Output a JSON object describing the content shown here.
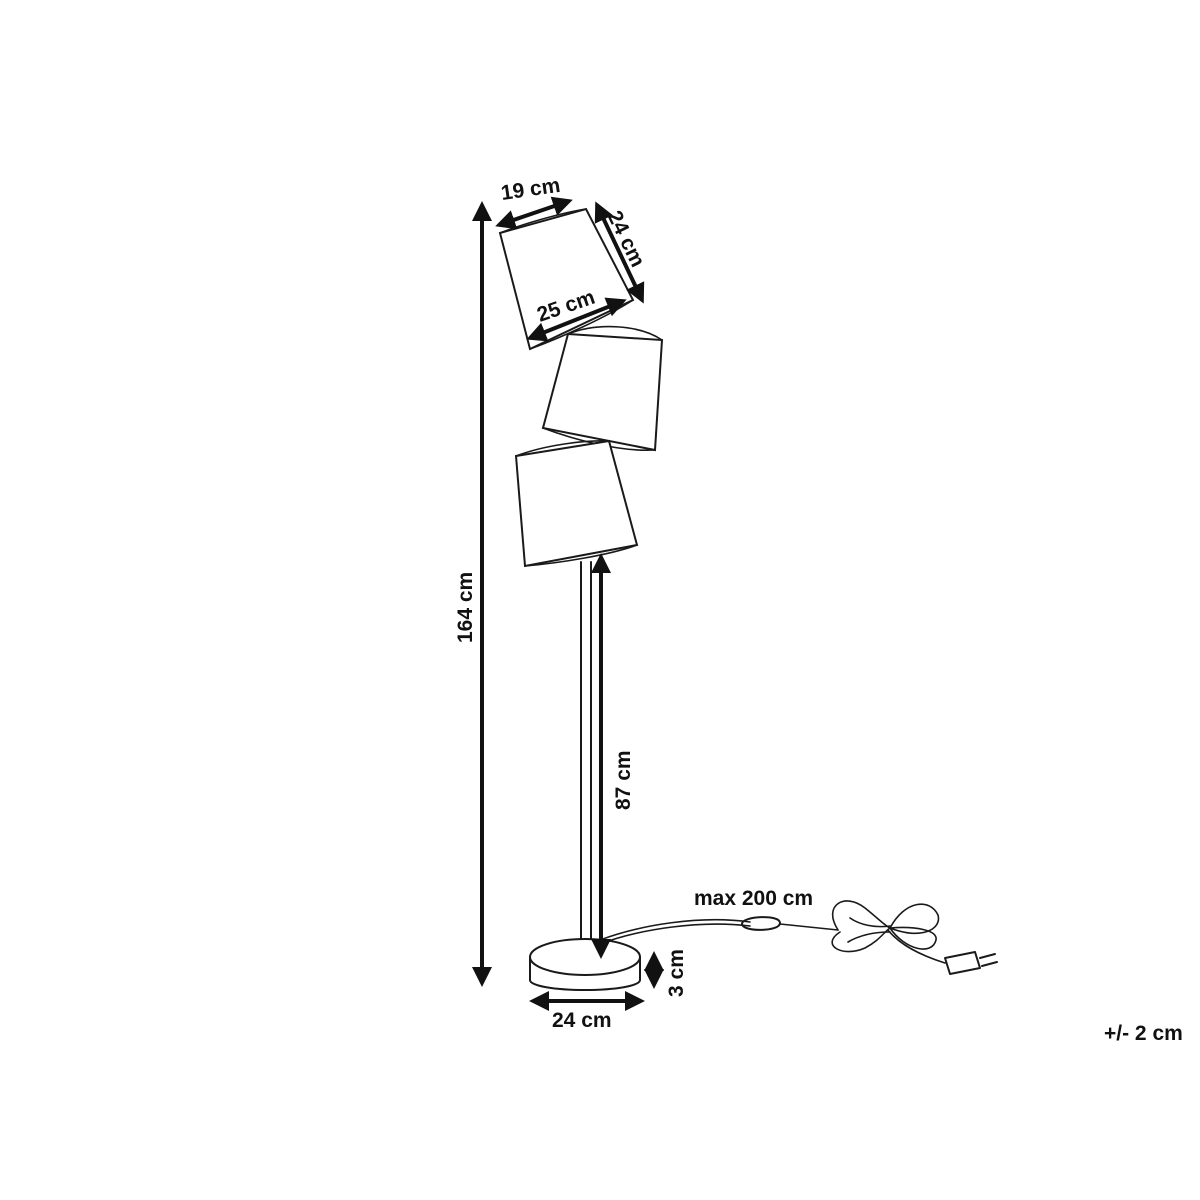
{
  "labels": {
    "total_height": "164 cm",
    "shade_top_diameter": "19 cm",
    "shade_height": "24 cm",
    "shade_bottom_diameter": "25 cm",
    "pole_height": "87 cm",
    "cable_length": "max 200 cm",
    "base_height": "3 cm",
    "base_diameter": "24 cm",
    "tolerance": "+/- 2 cm"
  }
}
